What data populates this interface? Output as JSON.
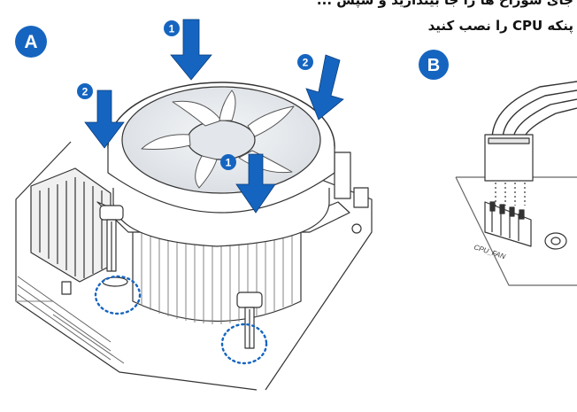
{
  "caption": {
    "line_1": "جای سوراخ ها را جا بیندازید و سپس ...",
    "line_2": "پنکه CPU را نصب کنید"
  },
  "panels": {
    "a_label": "A",
    "b_label": "B"
  },
  "steps": {
    "step_1": "1",
    "step_2": "2"
  },
  "header": {
    "pins_label": "CPU_FAN"
  },
  "colors": {
    "panel_badge": "#1565c0",
    "arrow": "#1565c0",
    "highlight_circle": "#1565c0",
    "line_art": "#333333",
    "page": "#ffffff"
  }
}
